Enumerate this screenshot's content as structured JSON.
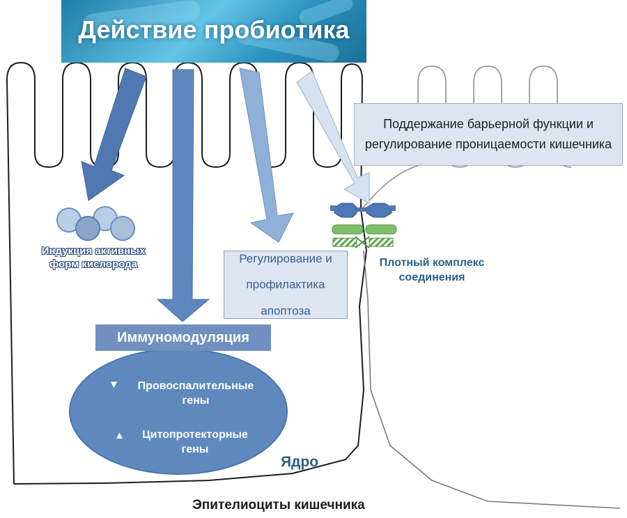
{
  "title": "Действие пробиотика",
  "labels": {
    "barrier_line1": "Поддержание барьерной функции и",
    "barrier_line2": "регулирование проницаемости кишечника",
    "ros_line1": "Индукция активных",
    "ros_line2": "форм кислорода",
    "apoptosis_line1": "Регулирование и",
    "apoptosis_line2": "профилактика апоптоза",
    "immunomodulation": "Иммуномодуляция",
    "proinflammatory_line1": "Провоспалительные",
    "proinflammatory_line2": "гены",
    "cytoprotective_line1": "Цитопротекторные",
    "cytoprotective_line2": "гены",
    "nucleus": "Ядро",
    "tight_junction_line1": "Плотный комплекс",
    "tight_junction_line2": "соединения",
    "footer": "Эпителиоциты кишечника"
  },
  "indicators": {
    "proinflammatory": "down-arrow",
    "cytoprotective": "up-arrow"
  },
  "colors": {
    "arrow_dark": "#4f79b0",
    "arrow_mid": "#6a92c6",
    "arrow_light": "#8fb0d8",
    "arrow_lightest": "#d5e2f0",
    "nucleus": "#5f88bd",
    "immuno_box": "#6f90c0",
    "protein_blue": "#4d79b8",
    "protein_green": "#7fbf6a"
  }
}
